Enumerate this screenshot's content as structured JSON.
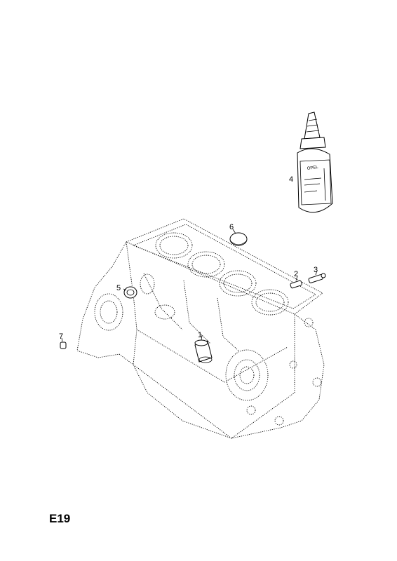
{
  "diagram": {
    "page_code": "E19",
    "callouts": [
      {
        "id": "1",
        "label": "1"
      },
      {
        "id": "2",
        "label": "2"
      },
      {
        "id": "3",
        "label": "3"
      },
      {
        "id": "4",
        "label": "4"
      },
      {
        "id": "5",
        "label": "5"
      },
      {
        "id": "6",
        "label": "6"
      },
      {
        "id": "7",
        "label": "7"
      }
    ],
    "bottle_label_brand": "OPEL"
  }
}
